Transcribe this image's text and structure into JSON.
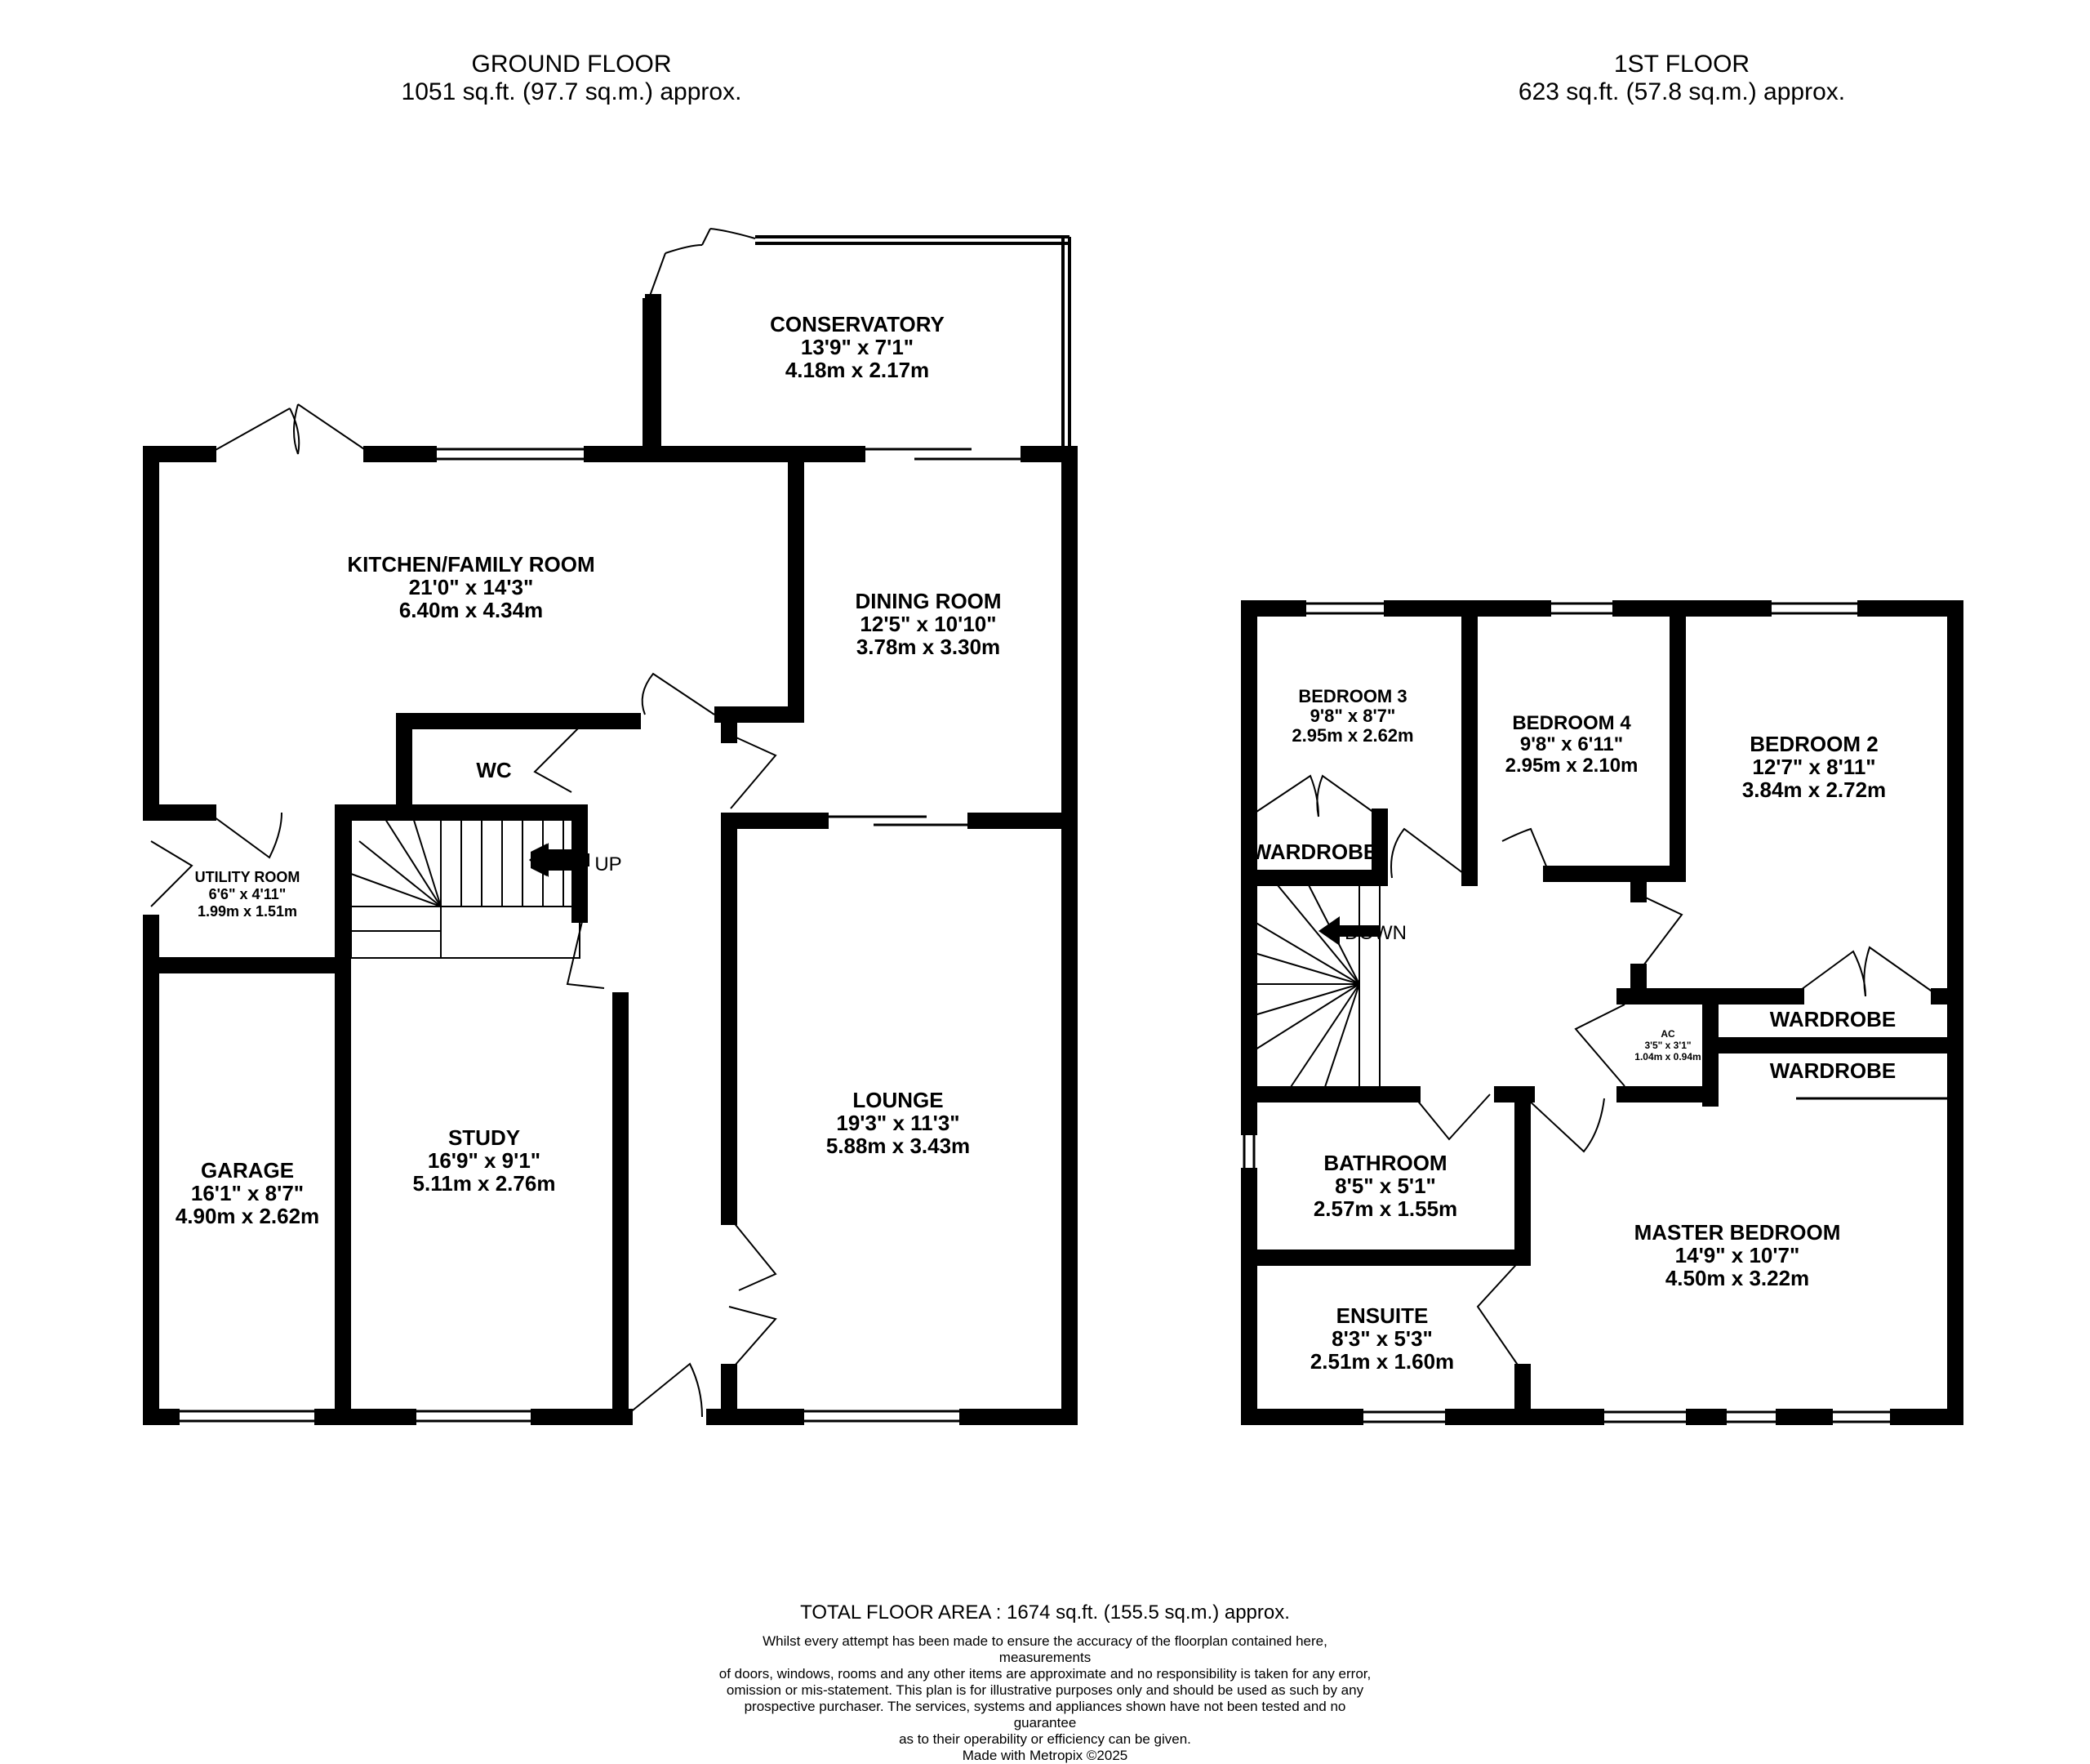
{
  "ground_floor": {
    "title": "GROUND FLOOR",
    "area": "1051 sq.ft. (97.7 sq.m.) approx.",
    "stairs_label": "UP",
    "rooms": [
      {
        "id": "conservatory",
        "name": "CONSERVATORY",
        "imperial": "13'9\"  x 7'1\"",
        "metric": "4.18m  x 2.17m"
      },
      {
        "id": "kitchen",
        "name": "KITCHEN/FAMILY ROOM",
        "imperial": "21'0\"  x 14'3\"",
        "metric": "6.40m  x 4.34m"
      },
      {
        "id": "dining",
        "name": "DINING ROOM",
        "imperial": "12'5\"  x 10'10\"",
        "metric": "3.78m  x 3.30m"
      },
      {
        "id": "wc",
        "name": "WC",
        "imperial": "",
        "metric": ""
      },
      {
        "id": "utility",
        "name": "UTILITY ROOM",
        "imperial": "6'6\"  x 4'11\"",
        "metric": "1.99m  x 1.51m"
      },
      {
        "id": "lounge",
        "name": "LOUNGE",
        "imperial": "19'3\"  x 11'3\"",
        "metric": "5.88m  x 3.43m"
      },
      {
        "id": "study",
        "name": "STUDY",
        "imperial": "16'9\"  x 9'1\"",
        "metric": "5.11m  x 2.76m"
      },
      {
        "id": "garage",
        "name": "GARAGE",
        "imperial": "16'1\"  x 8'7\"",
        "metric": "4.90m  x 2.62m"
      }
    ]
  },
  "first_floor": {
    "title": "1ST FLOOR",
    "area": "623 sq.ft. (57.8 sq.m.) approx.",
    "stairs_label": "DOWN",
    "rooms": [
      {
        "id": "bedroom3",
        "name": "BEDROOM 3",
        "imperial": "9'8\"  x 8'7\"",
        "metric": "2.95m  x 2.62m"
      },
      {
        "id": "bedroom4",
        "name": "BEDROOM 4",
        "imperial": "9'8\"  x 6'11\"",
        "metric": "2.95m  x 2.10m"
      },
      {
        "id": "bedroom2",
        "name": "BEDROOM 2",
        "imperial": "12'7\"  x 8'11\"",
        "metric": "3.84m  x 2.72m"
      },
      {
        "id": "wardrobe_b3",
        "name": "WARDROBE",
        "imperial": "",
        "metric": ""
      },
      {
        "id": "wardrobe_1",
        "name": "WARDROBE",
        "imperial": "",
        "metric": ""
      },
      {
        "id": "wardrobe_2",
        "name": "WARDROBE",
        "imperial": "",
        "metric": ""
      },
      {
        "id": "ac",
        "name": "AC",
        "imperial": "3'5\"  x 3'1\"",
        "metric": "1.04m  x 0.94m"
      },
      {
        "id": "bathroom",
        "name": "BATHROOM",
        "imperial": "8'5\"  x 5'1\"",
        "metric": "2.57m  x 1.55m"
      },
      {
        "id": "master",
        "name": "MASTER BEDROOM",
        "imperial": "14'9\"  x 10'7\"",
        "metric": "4.50m  x 3.22m"
      },
      {
        "id": "ensuite",
        "name": "ENSUITE",
        "imperial": "8'3\"  x 5'3\"",
        "metric": "2.51m  x 1.60m"
      }
    ]
  },
  "footer": {
    "total": "TOTAL FLOOR AREA : 1674 sq.ft. (155.5 sq.m.) approx.",
    "disclaimer": [
      "Whilst every attempt has been made to ensure the accuracy of the floorplan contained here, measurements",
      "of doors, windows, rooms and any other items are approximate and no responsibility is taken for any error,",
      "omission or mis-statement. This plan is for illustrative purposes only and should be used as such by any",
      "prospective purchaser. The services, systems and appliances shown have not been tested and no guarantee",
      "as to their operability or efficiency can be given."
    ],
    "made_with": "Made with Metropix ©2025"
  },
  "colors": {
    "wall": "#000000",
    "background": "#ffffff",
    "text": "#000000"
  }
}
